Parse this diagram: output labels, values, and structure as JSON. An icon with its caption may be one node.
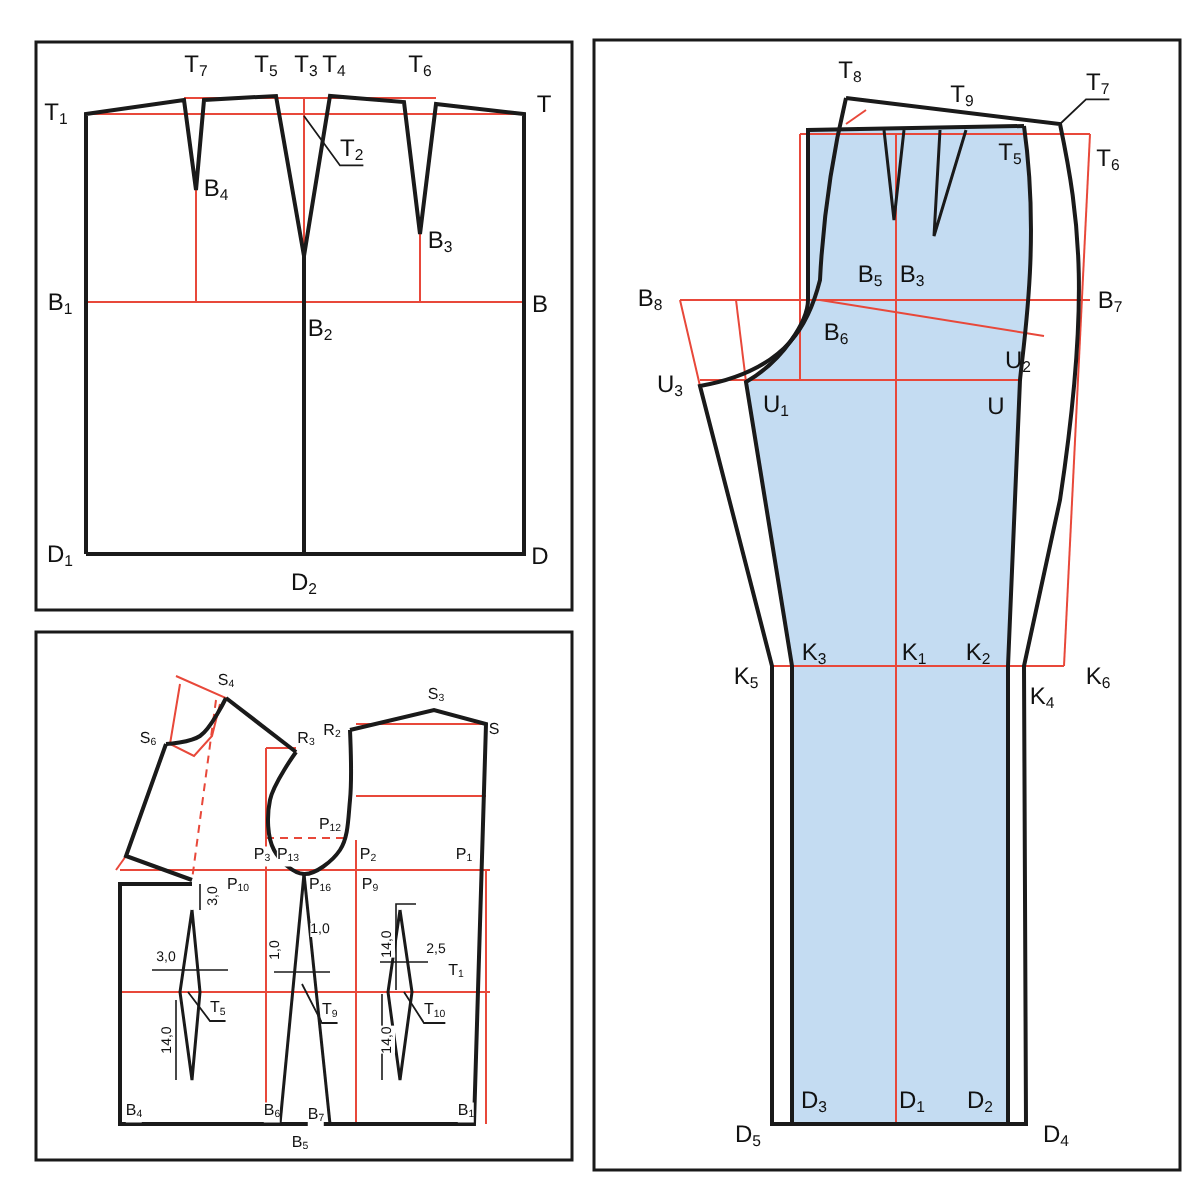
{
  "diagram": {
    "nodes": [
      {
        "text": [
          "T$_{2}$"
        ]
      },
      {
        "text": [
          "T$_{5}$"
        ]
      },
      {
        "text": [
          "T$_{9}$"
        ]
      },
      {
        "text": [
          "T$_{10}$"
        ]
      },
      {
        "text": [
          "T$_{7}$"
        ]
      }
    ],
    "edges": [
      {
        "from": 0,
        "to": null,
        "arrow": "none"
      },
      {
        "from": 1,
        "to": null,
        "arrow": "none"
      },
      {
        "from": 2,
        "to": null,
        "arrow": "none"
      },
      {
        "from": 3,
        "to": null,
        "arrow": "none"
      },
      {
        "from": 4,
        "to": null,
        "arrow": "none"
      }
    ],
    "labels": [
      "T$_{7}$",
      "T$_{5}$",
      "T$_{3}$",
      "T$_{4}$",
      "T$_{6}$",
      "T$_{1}$",
      "T",
      "B$_{4}$",
      "B$_{3}$",
      "B$_{1}$",
      "B",
      "B$_{2}$",
      "D$_{1}$",
      "D",
      "D$_{2}$",
      "S$_{4}$",
      "S$_{3}$",
      "S$_{6}$",
      "R$_{3}$",
      "R$_{2}$",
      "S",
      "P$_{12}$",
      "P$_{3}$",
      "P$_{13}$",
      "P$_{2}$",
      "P$_{1}$",
      "P$_{10}$",
      "P$_{16}$",
      "P$_{9}$",
      "3,0",
      "3,0",
      "1,0",
      "1,0",
      "14,0",
      "2,5",
      "T$_{1}$",
      "14,0",
      "14,0",
      "B$_{4}$",
      "B$_{6}$",
      "B$_{7}$",
      "B$_{1}$",
      "B$_{5}$",
      "T$_{8}$",
      "T$_{9}$",
      "T$_{5}$",
      "T$_{6}$",
      "B$_{5}$",
      "B$_{3}$",
      "B$_{8}$",
      "B$_{7}$",
      "B$_{6}$",
      "U$_{2}$",
      "U$_{3}$",
      "U$_{1}$",
      "U",
      "K$_{3}$",
      "K$_{1}$",
      "K$_{2}$",
      "K$_{5}$",
      "K$_{6}$",
      "K$_{4}$",
      "D$_{3}$",
      "D$_{1}$",
      "D$_{2}$",
      "D$_{5}$",
      "D$_{4}$"
    ]
  }
}
